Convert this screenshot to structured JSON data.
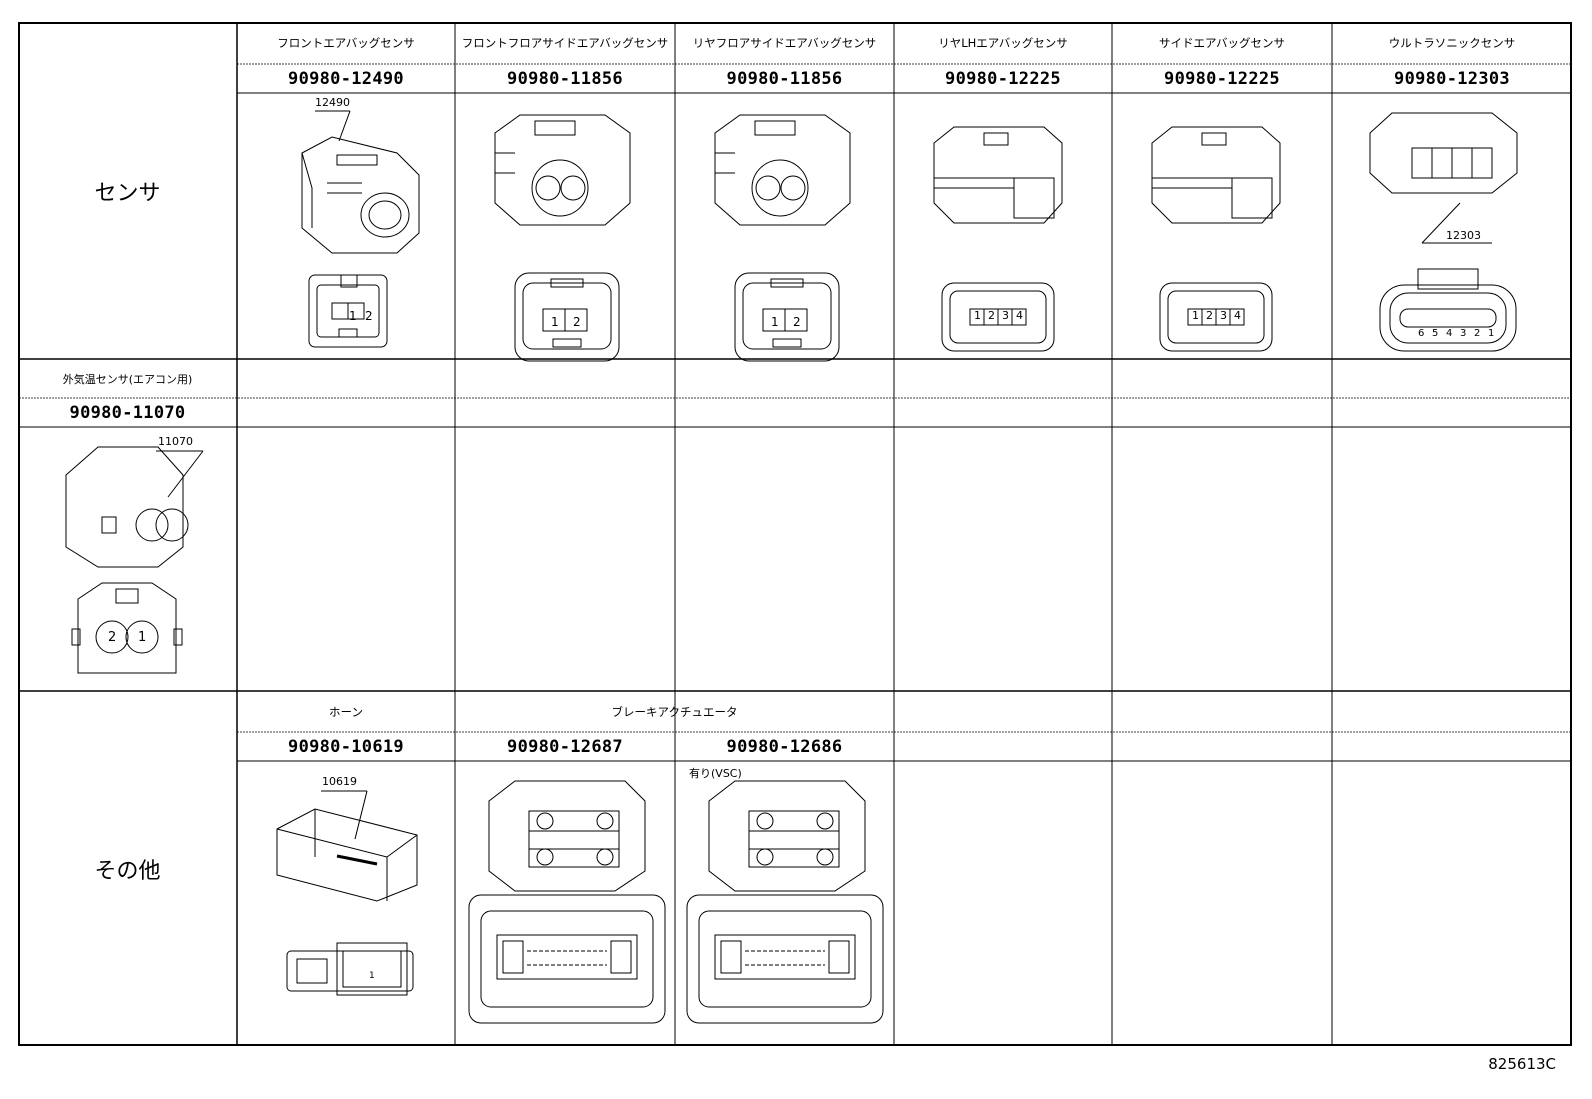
{
  "sections": {
    "sensor": "センサ",
    "other": "その他"
  },
  "sensor_row": [
    {
      "name": "フロントエアバッグセンサ",
      "part_no": "90980-12490",
      "callout": "12490",
      "pins": [
        "1",
        "2"
      ]
    },
    {
      "name": "フロントフロアサイドエアバッグセンサ",
      "part_no": "90980-11856",
      "pins": [
        "1",
        "2"
      ]
    },
    {
      "name": "リヤフロアサイドエアバッグセンサ",
      "part_no": "90980-11856",
      "pins": [
        "1",
        "2"
      ]
    },
    {
      "name": "リヤLHエアバッグセンサ",
      "part_no": "90980-12225",
      "pins": [
        "1",
        "2",
        "3",
        "4"
      ]
    },
    {
      "name": "サイドエアバッグセンサ",
      "part_no": "90980-12225",
      "pins": [
        "1",
        "2",
        "3",
        "4"
      ]
    },
    {
      "name": "ウルトラソニックセンサ",
      "part_no": "90980-12303",
      "callout": "12303",
      "pins": [
        "6",
        "5",
        "4",
        "3",
        "2",
        "1"
      ]
    }
  ],
  "ambient_sensor": {
    "name": "外気温センサ(エアコン用)",
    "part_no": "90980-11070",
    "callout": "11070",
    "pins": [
      "2",
      "1"
    ]
  },
  "other_row": [
    {
      "name": "ホーン",
      "part_no": "90980-10619",
      "callout": "10619",
      "pins": [
        "1"
      ]
    },
    {
      "name": "ブレーキアクチュエータ",
      "part_no": "90980-12687"
    },
    {
      "part_no": "90980-12686",
      "note": "有り(VSC)"
    }
  ],
  "figure_code": "825613C"
}
